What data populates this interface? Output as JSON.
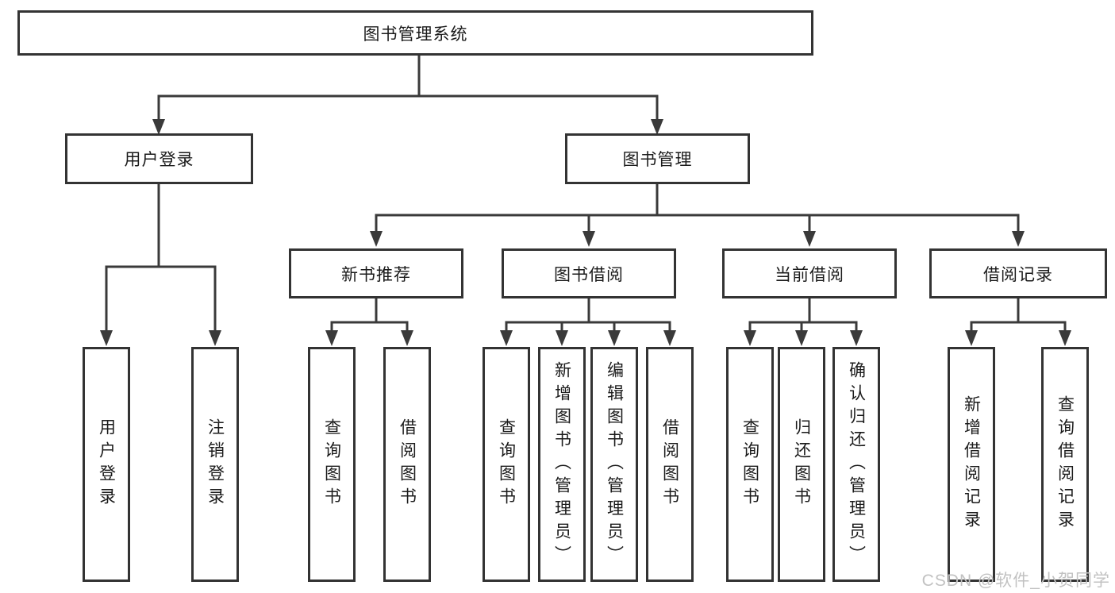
{
  "tree": {
    "root": "图书管理系统",
    "login": {
      "label": "用户登录",
      "children": [
        "用户登录",
        "注销登录"
      ]
    },
    "mgmt": {
      "label": "图书管理",
      "groups": [
        {
          "label": "新书推荐",
          "children": [
            "查询图书",
            "借阅图书"
          ]
        },
        {
          "label": "图书借阅",
          "children": [
            "查询图书",
            "新增图书（管理员）",
            "编辑图书（管理员）",
            "借阅图书"
          ]
        },
        {
          "label": "当前借阅",
          "children": [
            "查询图书",
            "归还图书",
            "确认归还（管理员）"
          ]
        },
        {
          "label": "借阅记录",
          "children": [
            "新增借阅记录",
            "查询借阅记录"
          ]
        }
      ]
    }
  },
  "watermark": "CSDN @软件_小贺同学",
  "colors": {
    "line": "#3a3a3a",
    "box_border": "#333333",
    "text": "#1b1b1b",
    "watermark": "#c2c2c2",
    "background": "#ffffff"
  }
}
